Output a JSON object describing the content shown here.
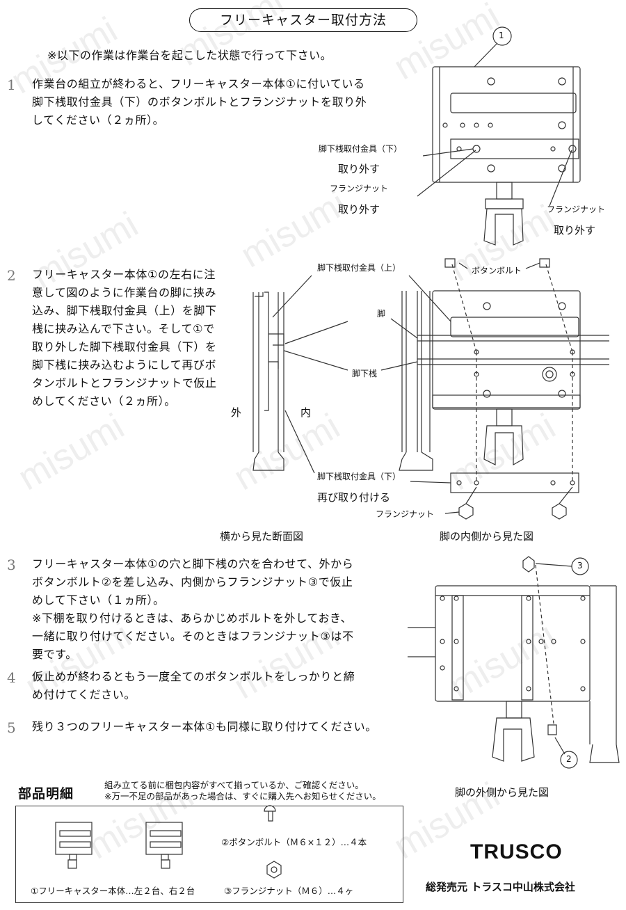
{
  "title": "フリーキャスター取付方法",
  "note": "※以下の作業は作業台を起こした状態で行って下さい。",
  "steps": [
    {
      "num": "1",
      "text": "作業台の組立が終わると、フリーキャスター本体①に付いている\n脚下桟取付金具（下）のボタンボルトとフランジナットを取り外\nしてください（２ヵ所）。"
    },
    {
      "num": "2",
      "text": "フリーキャスター本体①の左右に注\n意して図のように作業台の脚に挟み\n込み、脚下桟取付金具（上）を脚下\n桟に挟み込んで下さい。そして①で\n取り外した脚下桟取付金具（下）を\n脚下桟に挟み込むようにして再びボ\nタンボルトとフランジナットで仮止\nめしてください（２ヵ所）。"
    },
    {
      "num": "3",
      "text": "フリーキャスター本体①の穴と脚下桟の穴を合わせて、外から\nボタンボルト②を差し込み、内側からフランジナット③で仮止\nめして下さい（１ヵ所）。\n※下棚を取り付けるときは、あらかじめボルトを外しておき、\n一緒に取り付けてください。そのときはフランジナット③は不\n要です。"
    },
    {
      "num": "4",
      "text": "仮止めが終わるともう一度全てのボタンボルトをしっかりと締\nめ付けてください。"
    },
    {
      "num": "5",
      "text": "残り３つのフリーキャスター本体①も同様に取り付けてください。"
    }
  ],
  "fig1": {
    "callout": "1",
    "label_bracket_lower": "脚下桟取付金具（下）",
    "remove1": "取り外す",
    "label_nut_left": "フランジナット",
    "remove2": "取り外す",
    "label_nut_right": "フランジナット",
    "remove3": "取り外す"
  },
  "fig2": {
    "label_bracket_upper": "脚下桟取付金具（上）",
    "label_button_bolt": "ボタンボルト",
    "label_leg": "脚",
    "label_crossbar": "脚下桟",
    "label_outside": "外",
    "label_inside": "内",
    "label_bracket_lower": "脚下桟取付金具（下）",
    "reattach": "再び取り付ける",
    "label_nut": "フランジナット",
    "caption_left": "横から見た断面図",
    "caption_right": "脚の内側から見た図"
  },
  "fig3": {
    "callout3": "3",
    "callout2": "2",
    "caption": "脚の外側から見た図"
  },
  "parts": {
    "heading": "部品明細",
    "note1": "組み立てる前に梱包内容がすべて揃っているか、ご確認ください。",
    "note2": "※万一不足の部品があった場合は、すぐに購入先へお知らせください。",
    "item1": "①フリーキャスター本体…左２台、右２台",
    "item2": "②ボタンボルト（Ｍ６×１２）…４本",
    "item3": "③フランジナット（Ｍ６）…４ヶ"
  },
  "brand": "TRUSCO",
  "distributor": "総発売元 トラスコ中山株式会社",
  "watermark": "misumi"
}
